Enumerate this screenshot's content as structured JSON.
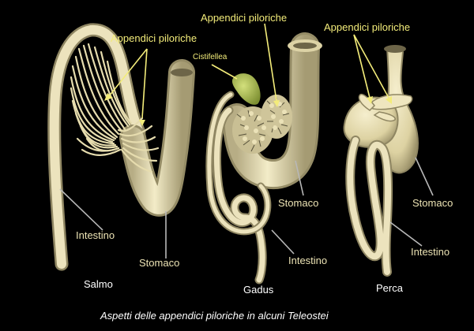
{
  "labels": {
    "appendici_1": "Appendici piloriche",
    "appendici_2": "Appendici piloriche",
    "appendici_3": "Appendici piloriche",
    "cistifellea": "Cistifellea",
    "intestino_1": "Intestino",
    "intestino_2": "Intestino",
    "intestino_3": "Intestino",
    "stomaco_1": "Stomaco",
    "stomaco_2": "Stomaco",
    "stomaco_3": "Stomaco",
    "salmo": "Salmo",
    "gadus": "Gadus",
    "perca": "Perca"
  },
  "caption": "Aspetti delle appendici piloriche in alcuni Teleostei",
  "colors": {
    "background": "#000000",
    "organ": "#e9dfb2",
    "organ_shadow": "#a9a07a",
    "label_yellow": "#f3ec7a",
    "label_cream": "#ece3b4",
    "gallbladder": "#aabf55"
  }
}
